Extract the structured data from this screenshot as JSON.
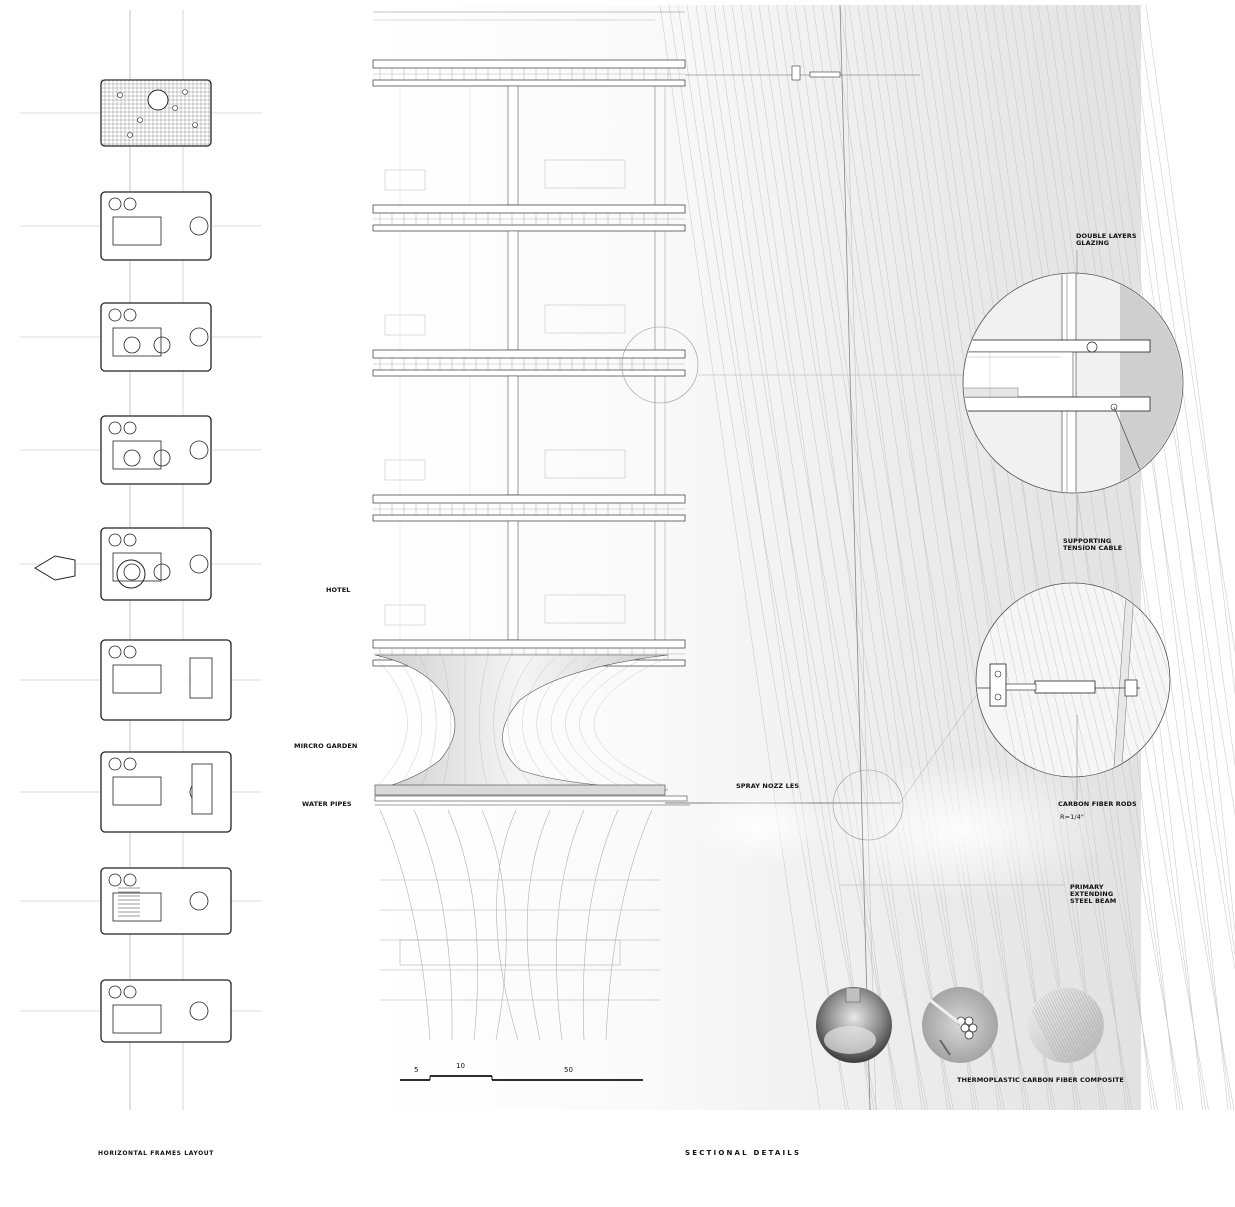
{
  "labels": {
    "double_layers_glazing_1": "DOUBLE LAYERS",
    "double_layers_glazing_2": "GLAZING",
    "supporting_tension_cable_1": "SUPPORTING",
    "supporting_tension_cable_2": "TENSION CABLE",
    "hotel": "HOTEL",
    "micro_garden": "MIRCRO GARDEN",
    "water_pipes": "WATER PIPES",
    "spray_nozzles": "SPRAY NOZZ LES",
    "carbon_fiber_rods": "CARBON FIBER RODS",
    "rod_radius": "R=1/4\"",
    "primary_beam_1": "PRIMARY",
    "primary_beam_2": "EXTENDING",
    "primary_beam_3": "STEEL BEAM",
    "composite": "THERMOPLASTIC CARBON FIBER COMPOSITE",
    "horizontal_frames_layout": "HORIZONTAL FRAMES LAYOUT",
    "sectional_details": "SECTIONAL DETAILS"
  },
  "scale_bar": {
    "ticks": [
      "5",
      "10",
      "50"
    ]
  },
  "plans": {
    "count": 9
  },
  "colors": {
    "ink": "#111111",
    "line_light": "#9a9a9a",
    "panel_bg": "#e9e9e9",
    "detail_circle": "#f4f4f4"
  }
}
